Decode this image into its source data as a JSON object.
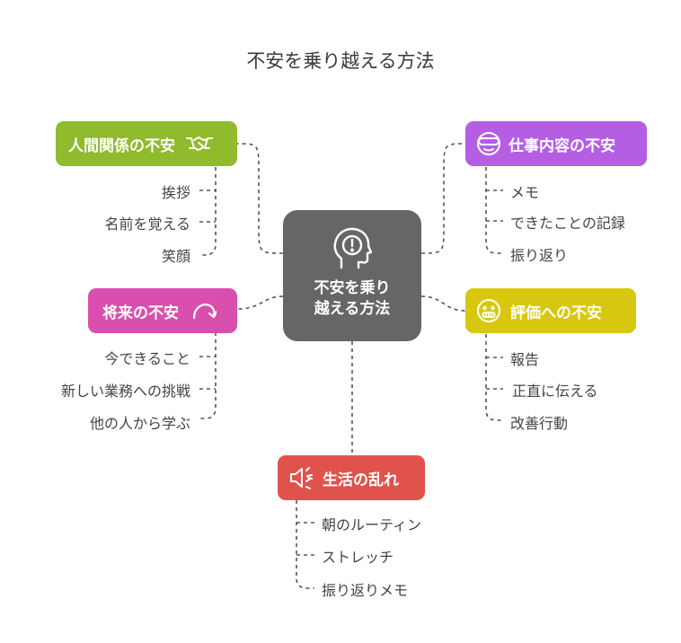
{
  "title": "不安を乗り越える方法",
  "center": {
    "line1": "不安を乗り",
    "line2": "越える方法",
    "icon": "head-alert-icon",
    "color": "#666666"
  },
  "colors": {
    "green": "#8fbb2c",
    "purple": "#b45fe3",
    "pink": "#d94fae",
    "yellow": "#d7c80f",
    "red": "#e0534d",
    "connector": "#555555"
  },
  "branches": {
    "relations": {
      "label": "人間関係の不安",
      "icon": "handshake-icon",
      "items": [
        "挨拶",
        "名前を覚える",
        "笑顔"
      ]
    },
    "work": {
      "label": "仕事内容の不安",
      "icon": "goggles-face-icon",
      "items": [
        "メモ",
        "できたことの記録",
        "振り返り"
      ]
    },
    "future": {
      "label": "将来の不安",
      "icon": "curved-arrow-icon",
      "items": [
        "今できること",
        "新しい業務への挑戦",
        "他の人から学ぶ"
      ]
    },
    "evaluation": {
      "label": "評価への不安",
      "icon": "grimace-face-icon",
      "items": [
        "報告",
        "正直に伝える",
        "改善行動"
      ]
    },
    "life": {
      "label": "生活の乱れ",
      "icon": "megaphone-icon",
      "items": [
        "朝のルーティン",
        "ストレッチ",
        "振り返りメモ"
      ]
    }
  }
}
